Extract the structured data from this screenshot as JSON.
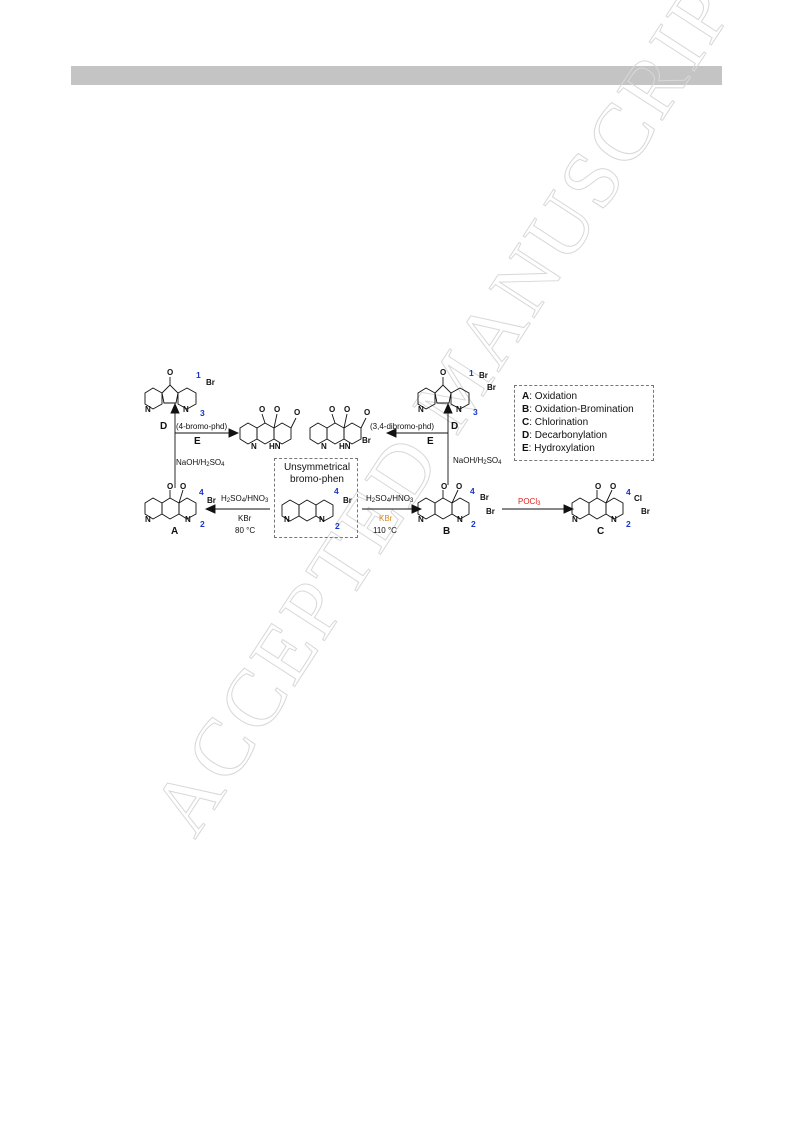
{
  "page": {
    "header_bar_color": "#c4c4c4",
    "watermark": "ACCEPTED MANUSCRIPT"
  },
  "legend": {
    "items": [
      {
        "key": "A",
        "text": ": Oxidation"
      },
      {
        "key": "B",
        "text": ": Oxidation-Bromination"
      },
      {
        "key": "C",
        "text": ": Chlorination"
      },
      {
        "key": "D",
        "text": ": Decarbonylation"
      },
      {
        "key": "E",
        "text": ": Hydroxylation"
      }
    ]
  },
  "start": {
    "title_line1": "Unsymmetrical",
    "title_line2": "bromo-phen"
  },
  "conditions": {
    "left_acid": "H2SO4/HNO3",
    "left_kbr": "KBr",
    "left_temp": "80 °C",
    "right_acid": "H2SO4/HNO3",
    "right_kbr": "KBr",
    "right_temp": "110 °C",
    "pocl3": "POCl3",
    "naoh_left": "NaOH/H2SO4",
    "naoh_right": "NaOH/H2SO4",
    "phd_left": "(4-bromo-phd)",
    "phd_right": "(3,4-dibromo-phd)"
  },
  "labels": {
    "compound_a": "A",
    "compound_b": "B",
    "compound_c": "C",
    "d_left": "D",
    "e_left": "E",
    "d_right": "D",
    "e_right": "E"
  },
  "atoms": {
    "br": "Br",
    "cl": "Cl",
    "n": "N",
    "o": "O",
    "hn": "HN",
    "num_1": "1",
    "num_2": "2",
    "num_3": "3",
    "num_4": "4"
  },
  "colors": {
    "position_numbers": "#1a35c8",
    "bromination_br": "#d98a1f",
    "chlorination_reagent": "#e0241c"
  }
}
